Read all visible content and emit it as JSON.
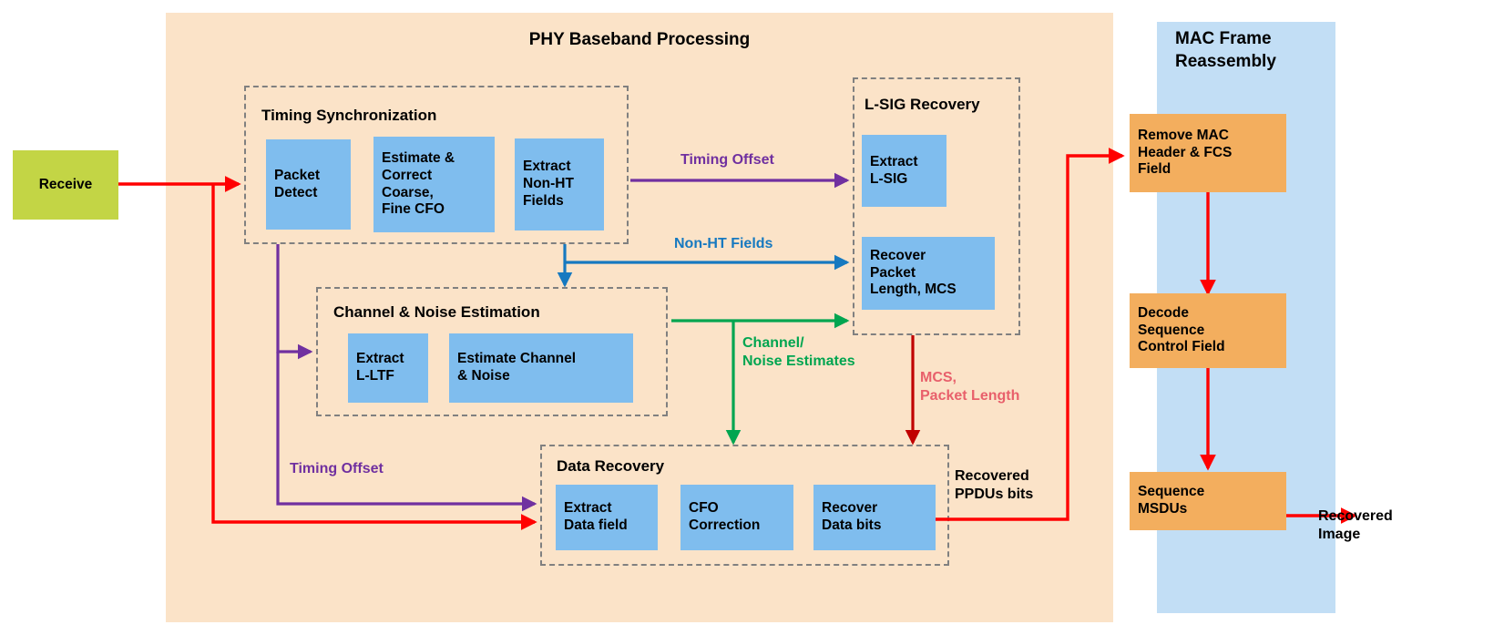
{
  "diagram": {
    "panels": {
      "phy": {
        "title": "PHY Baseband Processing"
      },
      "mac": {
        "title": "MAC Frame\nReassembly"
      }
    },
    "groups": {
      "timing_sync": {
        "label": "Timing Synchronization"
      },
      "channel_noise": {
        "label": "Channel & Noise Estimation"
      },
      "lsig": {
        "label": "L-SIG Recovery"
      },
      "data_recovery": {
        "label": "Data Recovery"
      }
    },
    "blocks": {
      "receive": "Receive",
      "packet_detect": "Packet\nDetect",
      "estimate_correct_cfo": "Estimate &\nCorrect\nCoarse,\nFine CFO",
      "extract_non_ht": "Extract\nNon-HT\nFields",
      "extract_lltf": "Extract\nL-LTF",
      "estimate_channel_noise": "Estimate Channel\n& Noise",
      "extract_lsig": "Extract\nL-SIG",
      "recover_packet_length_mcs": "Recover\nPacket\nLength, MCS",
      "extract_data_field": "Extract\nData field",
      "cfo_correction": "CFO\nCorrection",
      "recover_data_bits": "Recover\nData bits",
      "remove_mac_header": "Remove MAC\nHeader & FCS\nField",
      "decode_sequence_control": "Decode\nSequence\nControl Field",
      "sequence_msdus": "Sequence\nMSDUs"
    },
    "edge_labels": {
      "timing_offset_top": "Timing Offset",
      "non_ht_fields": "Non-HT Fields",
      "channel_noise_estimates": "Channel/\nNoise Estimates",
      "mcs_packet_length": "MCS,\nPacket Length",
      "timing_offset_bottom": "Timing Offset",
      "recovered_ppdus_bits": "Recovered\nPPDUs bits",
      "recovered_image": "Recovered\nImage"
    },
    "colors": {
      "phy_panel_bg": "#fbe3c8",
      "mac_panel_bg": "#c2def5",
      "block_blue": "#7fbdee",
      "block_orange": "#f3ae5e",
      "block_green": "#c3d545",
      "arrow_red": "#ff0000",
      "arrow_dark_red": "#c00000",
      "arrow_purple": "#7030a0",
      "arrow_blue": "#1679c0",
      "arrow_green": "#00a550",
      "group_border": "#808080"
    }
  }
}
